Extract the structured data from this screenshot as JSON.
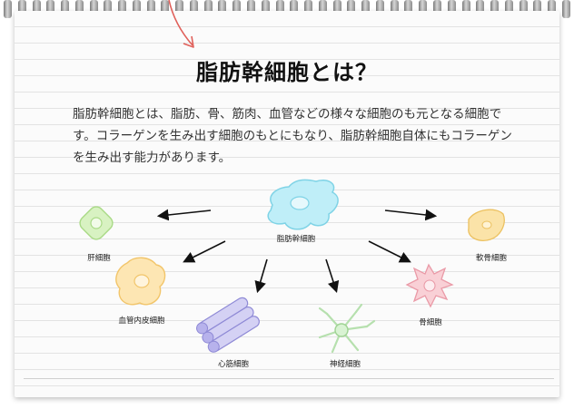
{
  "heading": "脂肪幹細胞とは？",
  "description": "脂肪幹細胞とは、脂肪、骨、筋肉、血管などの様々な細胞のも元となる細胞です。コラーゲンを生み出す細胞のもとにもなり、脂肪幹細胞自体にもコラーゲンを生み出す能力があります。",
  "diagram": {
    "center_label": "脂肪幹細胞",
    "cells": [
      {
        "label": "肝細胞"
      },
      {
        "label": "血管内皮細胞"
      },
      {
        "label": "心筋細胞"
      },
      {
        "label": "神経細胞"
      },
      {
        "label": "骨細胞"
      },
      {
        "label": "軟骨細胞"
      }
    ]
  },
  "colors": {
    "stem_cell": "#bfeef8",
    "liver_cell": "#cdeeb3",
    "endothelial_cell": "#fde2a8",
    "muscle_cell": "#c9c6f0",
    "nerve_cell": "#cdeec8",
    "bone_cell": "#f7c3cc",
    "cartilage_cell": "#fbe1a0",
    "pointer_arrow": "#e0605a"
  }
}
